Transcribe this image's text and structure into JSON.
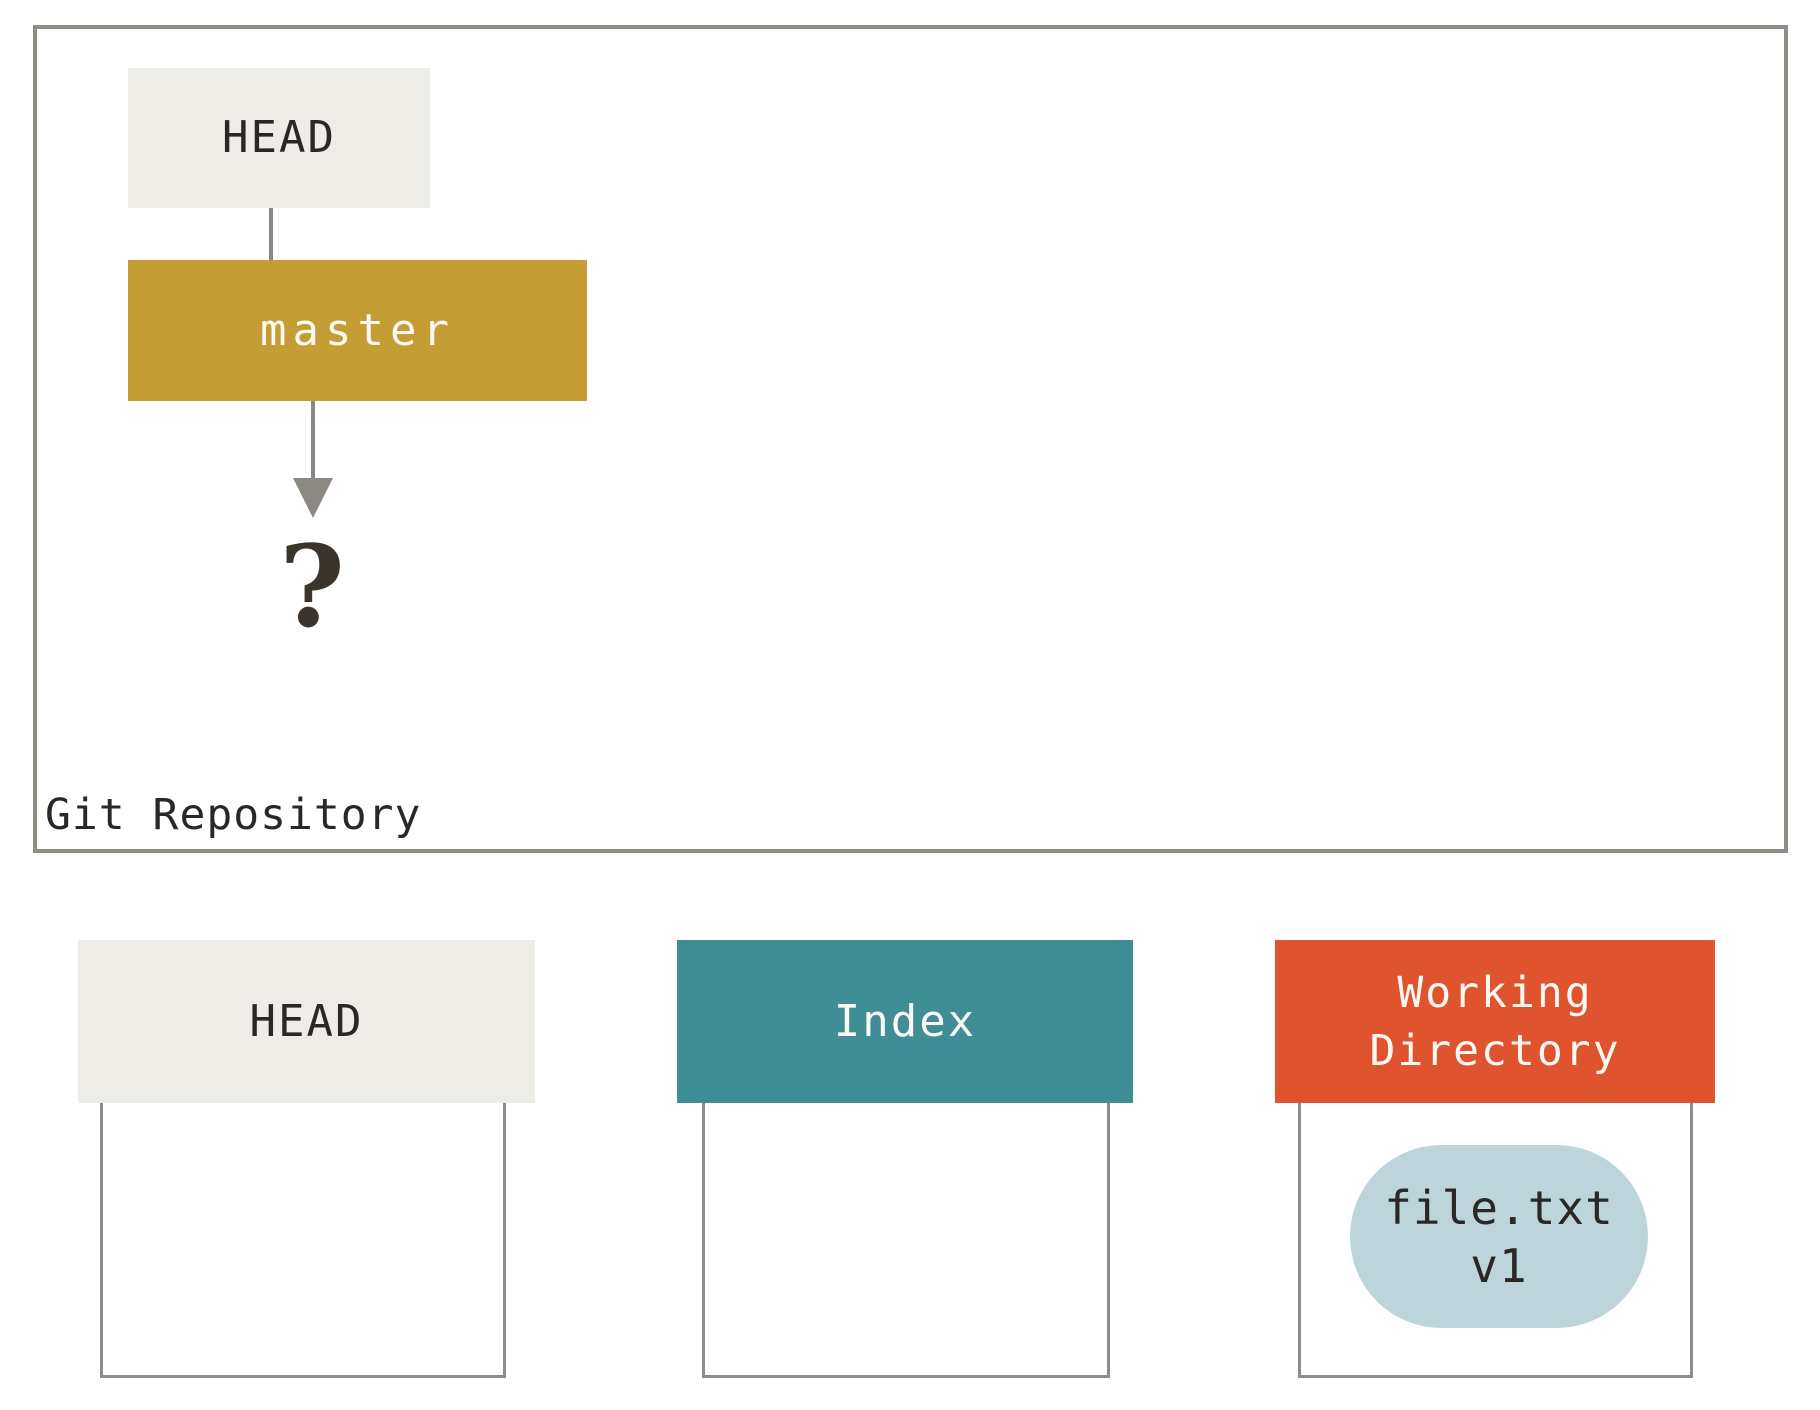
{
  "repository": {
    "label": "Git Repository",
    "head_ref": "HEAD",
    "branch": "master",
    "commit_placeholder": "?"
  },
  "areas": {
    "head": {
      "title": "HEAD"
    },
    "index": {
      "title": "Index"
    },
    "working_directory": {
      "title_line1": "Working",
      "title_line2": "Directory",
      "file": {
        "name": "file.txt",
        "version": "v1"
      }
    }
  },
  "colors": {
    "branch_gold": "#C59D35",
    "index_teal": "#3F8E96",
    "workdir_orange": "#E0532F",
    "header_gray": "#EDECE6",
    "file_pill_blue": "#BDD5DA",
    "frame_border_gray": "#908C86",
    "arrow_gray": "#8C8884",
    "text_dark": "#2B2724",
    "text_light": "#FAF8F3"
  }
}
